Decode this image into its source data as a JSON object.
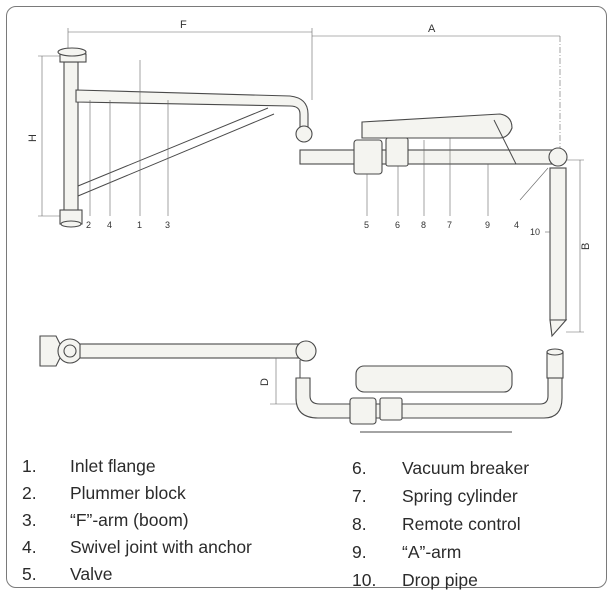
{
  "dimensions": {
    "F": "F",
    "A": "A",
    "H": "H",
    "B": "B",
    "D": "D"
  },
  "callouts": {
    "c2": "2",
    "c4a": "4",
    "c1": "1",
    "c3": "3",
    "c5": "5",
    "c6": "6",
    "c8": "8",
    "c7": "7",
    "c9": "9",
    "c4b": "4",
    "c10": "10"
  },
  "legend": [
    {
      "num": "1.",
      "text": "Inlet flange"
    },
    {
      "num": "2.",
      "text": "Plummer block"
    },
    {
      "num": "3.",
      "text": "“F”-arm (boom)"
    },
    {
      "num": "4.",
      "text": "Swivel joint with anchor"
    },
    {
      "num": "5.",
      "text": "Valve"
    },
    {
      "num": "6.",
      "text": "Vacuum breaker"
    },
    {
      "num": "7.",
      "text": "Spring cylinder"
    },
    {
      "num": "8.",
      "text": "Remote control"
    },
    {
      "num": "9.",
      "text": "“A”-arm"
    },
    {
      "num": "10.",
      "text": "Drop pipe"
    }
  ]
}
